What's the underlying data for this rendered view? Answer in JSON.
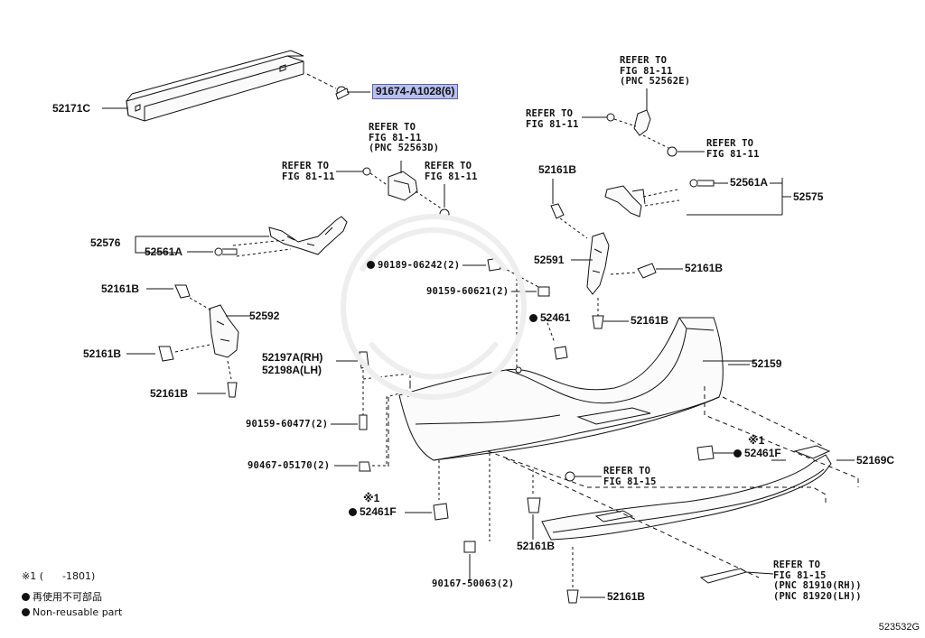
{
  "parts": {
    "p52171C": "52171C",
    "p91674": "91674-A1028(6)",
    "p52576": "52576",
    "p52561A_left": "52561A",
    "p52561A_right": "52561A",
    "p52575": "52575",
    "p52161B_1": "52161B",
    "p52161B_2": "52161B",
    "p52161B_3": "52161B",
    "p52161B_4": "52161B",
    "p52161B_5": "52161B",
    "p52161B_6": "52161B",
    "p52161B_7": "52161B",
    "p52161B_8": "52161B",
    "p52592": "52592",
    "p52591": "52591",
    "p90189": "90189-06242(2)",
    "p90159_60621": "90159-60621(2)",
    "p52461": "52461",
    "p52197A": "52197A(RH)",
    "p52198A": "52198A(LH)",
    "p90159_60477": "90159-60477(2)",
    "p90467": "90467-05170(2)",
    "p52461F_left": "52461F",
    "p52461F_right": "52461F",
    "p52159": "52159",
    "p52169C": "52169C",
    "p90167": "90167-50063(2)"
  },
  "refs": {
    "r_top_right": "REFER TO\nFIG 81-11\n(PNC 52562E)",
    "r_mid_right_left": "REFER TO\nFIG 81-11",
    "r_mid_right_right": "REFER TO\nFIG 81-11",
    "r_center_top": "REFER TO\nFIG 81-11\n(PNC 52563D)",
    "r_center_left": "REFER TO\nFIG 81-11",
    "r_center_right": "REFER TO\nFIG 81-11",
    "r_bottom_center": "REFER TO\nFIG 81-15",
    "r_bottom_right": "REFER TO\nFIG 81-15\n(PNC 81910(RH))\n(PNC 81920(LH))"
  },
  "marks": {
    "asterisk1_a": "※1",
    "asterisk1_b": "※1"
  },
  "legend": {
    "note1": "※1 (      -1801)",
    "note2": "再使用不可部品",
    "note3": "Non-reusable part"
  },
  "diagram_code": "523532G"
}
